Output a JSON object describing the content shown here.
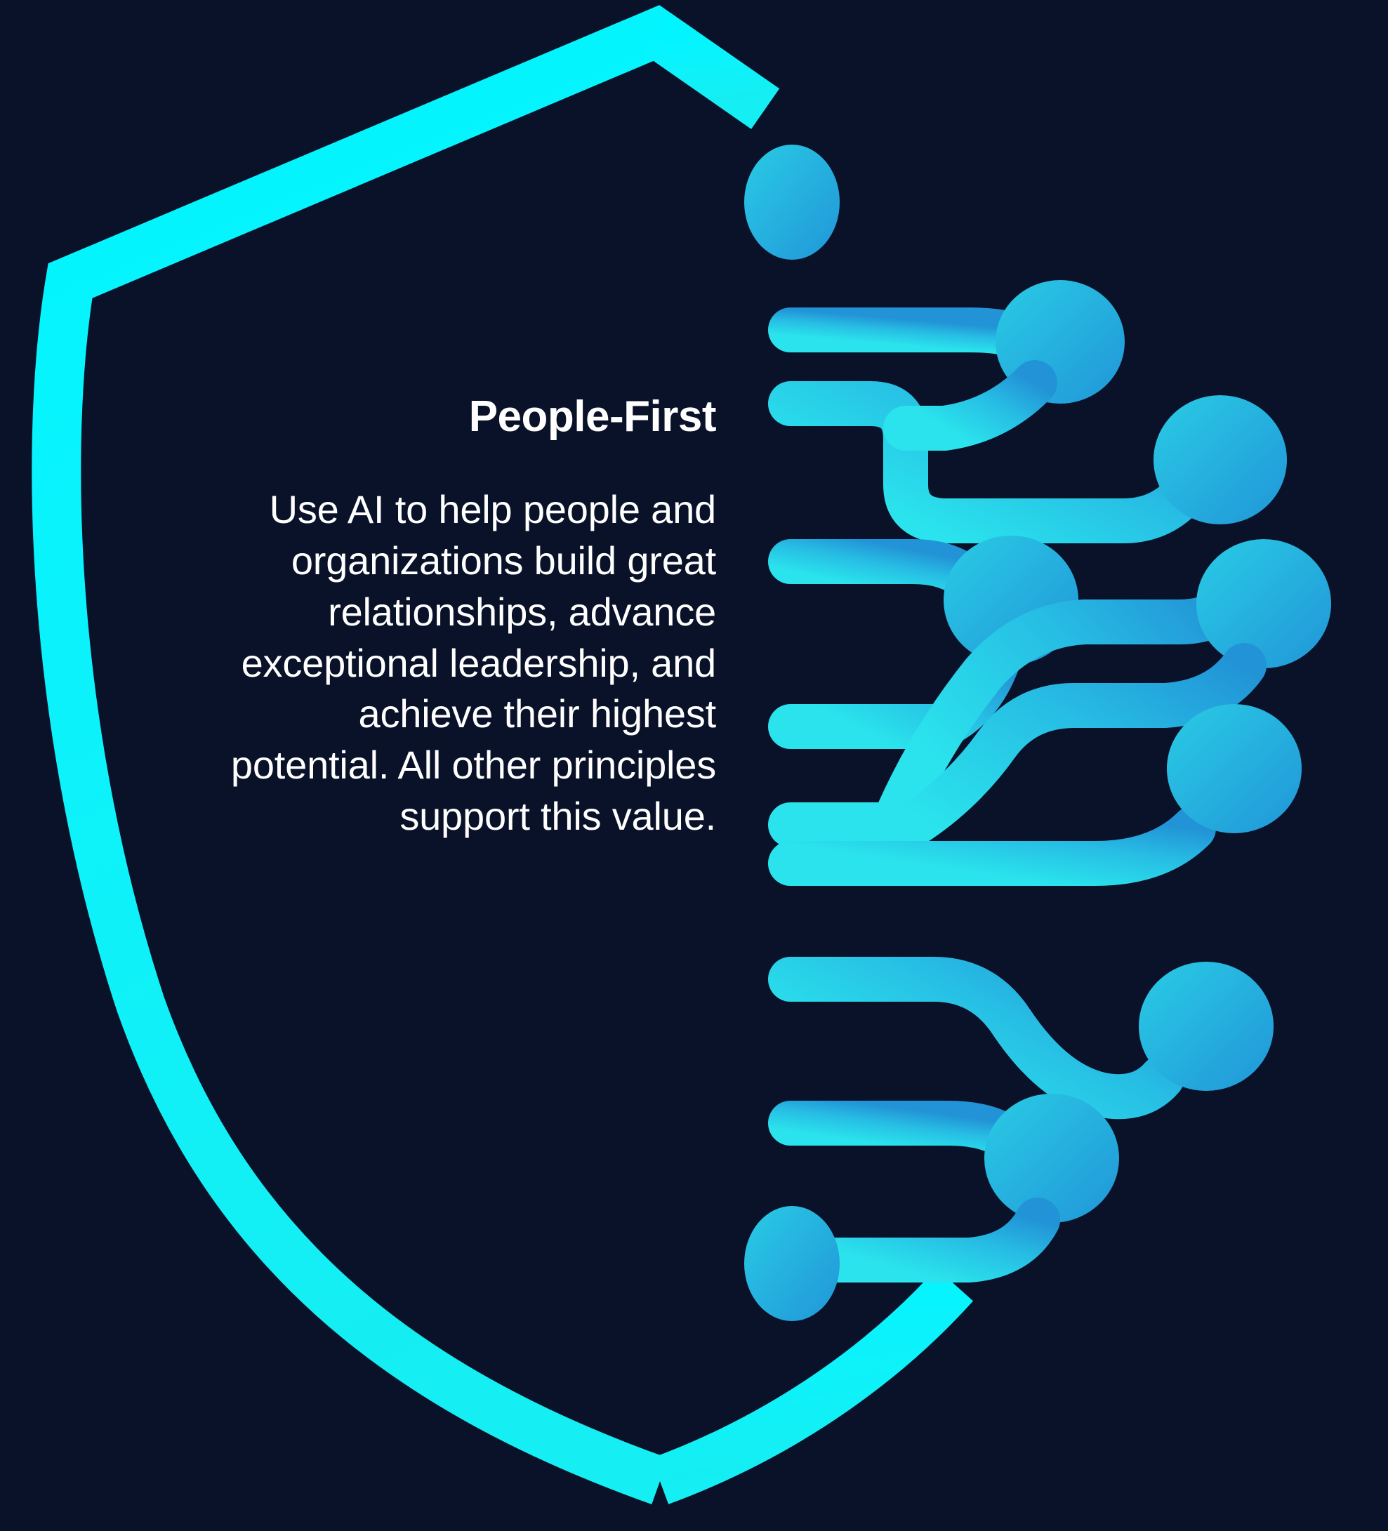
{
  "card": {
    "background_color": "#0a1229",
    "title": "People-First",
    "body": "Use AI to help people and organizations build great relationships, advance exceptional leadership, and achieve their highest potential. All other principles support this value.",
    "title_color": "#ffffff",
    "body_color": "#ffffff"
  },
  "artwork": {
    "name": "shield-circuit-illustration",
    "shield": {
      "name": "shield-outline",
      "stroke_color_top": "#00f5ff",
      "stroke_color_bottom": "#12f0f5",
      "description": "Open cyan shield outline with notched peak at top and rounded point at bottom"
    },
    "circuit": {
      "name": "circuit-tree",
      "gradient_start": "#2196d8",
      "gradient_mid": "#25d9e8",
      "gradient_end": "#2ba6de",
      "node_color": "#2aa8e0",
      "spine_top_node": "top-terminal-node",
      "spine_bottom_node": "bottom-terminal-node",
      "branch_count": 8
    }
  }
}
